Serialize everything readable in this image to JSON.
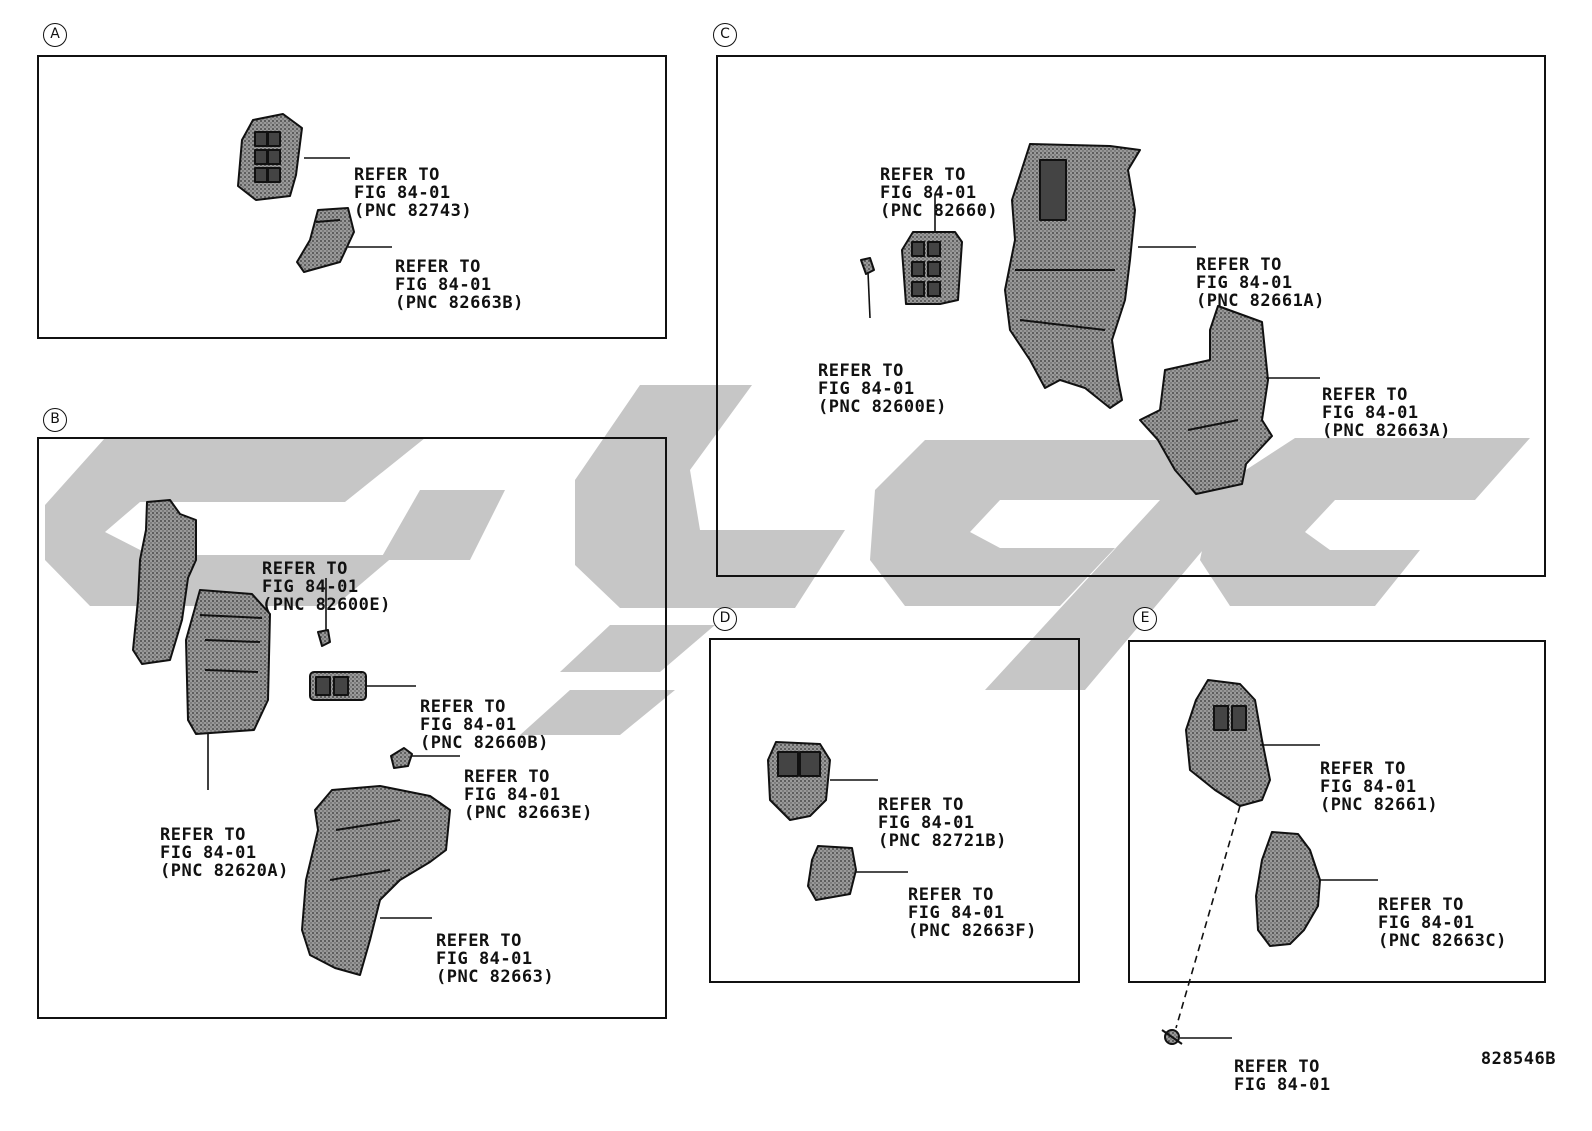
{
  "colors": {
    "line": "#111111",
    "part_fill": "#8a8a8a",
    "part_dark": "#3a3a3a",
    "watermark": "#c6c6c6"
  },
  "panels": [
    {
      "id": "A",
      "label": "A"
    },
    {
      "id": "B",
      "label": "B"
    },
    {
      "id": "C",
      "label": "C"
    },
    {
      "id": "D",
      "label": "D"
    },
    {
      "id": "E",
      "label": "E"
    }
  ],
  "callouts": {
    "a1": {
      "l1": "REFER TO",
      "l2": "FIG 84-01",
      "l3": "(PNC 82743)"
    },
    "a2": {
      "l1": "REFER TO",
      "l2": "FIG 84-01",
      "l3": "(PNC 82663B)"
    },
    "b1": {
      "l1": "REFER TO",
      "l2": "FIG 84-01",
      "l3": "(PNC 82600E)"
    },
    "b2": {
      "l1": "REFER TO",
      "l2": "FIG 84-01",
      "l3": "(PNC 82660B)"
    },
    "b3": {
      "l1": "REFER TO",
      "l2": "FIG 84-01",
      "l3": "(PNC 82663E)"
    },
    "b4": {
      "l1": "REFER TO",
      "l2": "FIG 84-01",
      "l3": "(PNC 82620A)"
    },
    "b5": {
      "l1": "REFER TO",
      "l2": "FIG 84-01",
      "l3": "(PNC 82663)"
    },
    "c1": {
      "l1": "REFER TO",
      "l2": "FIG 84-01",
      "l3": "(PNC 82660)"
    },
    "c2": {
      "l1": "REFER TO",
      "l2": "FIG 84-01",
      "l3": "(PNC 82661A)"
    },
    "c3": {
      "l1": "REFER TO",
      "l2": "FIG 84-01",
      "l3": "(PNC 82600E)"
    },
    "c4": {
      "l1": "REFER TO",
      "l2": "FIG 84-01",
      "l3": "(PNC 82663A)"
    },
    "d1": {
      "l1": "REFER TO",
      "l2": "FIG 84-01",
      "l3": "(PNC 82721B)"
    },
    "d2": {
      "l1": "REFER TO",
      "l2": "FIG 84-01",
      "l3": "(PNC 82663F)"
    },
    "e1": {
      "l1": "REFER TO",
      "l2": "FIG 84-01",
      "l3": "(PNC 82661)"
    },
    "e2": {
      "l1": "REFER TO",
      "l2": "FIG 84-01",
      "l3": "(PNC 82663C)"
    },
    "e3": {
      "l1": "REFER TO",
      "l2": "FIG 84-01"
    }
  },
  "document_number": "828546B"
}
